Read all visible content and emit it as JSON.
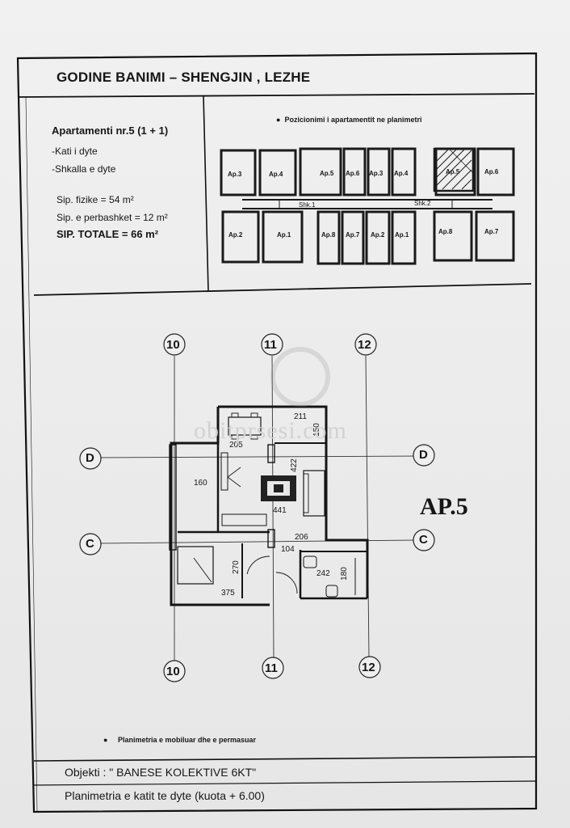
{
  "header": {
    "title": "GODINE BANIMI – SHENGJIN , LEZHE"
  },
  "apartment": {
    "name": "Apartamenti nr.5",
    "type": "(1 + 1)",
    "floor": "-Kati i dyte",
    "stair": "-Shkalla e dyte",
    "area_physical": "Sip. fizike = 54 m²",
    "area_shared": "Sip. e perbashket = 12 m²",
    "area_total": "SIP. TOTALE = 66 m²"
  },
  "keyplan": {
    "caption": "Pozicionimi i apartamentit ne planimetri",
    "top_labels": [
      "Ap.3",
      "Ap.4",
      "Ap.5",
      "Ap.6",
      "Ap.3",
      "Ap.4",
      "Ap.5",
      "Ap.6"
    ],
    "bottom_labels": [
      "Ap.2",
      "Ap.1",
      "Ap.8",
      "Ap.7",
      "Ap.2",
      "Ap.1",
      "Ap.8",
      "Ap.7"
    ],
    "stairs": [
      "Shk.1",
      "Shk.2"
    ],
    "highlighted": "Ap.5"
  },
  "plan": {
    "grid_columns": [
      "10",
      "11",
      "12"
    ],
    "grid_rows": [
      "D",
      "C"
    ],
    "dimensions": [
      "211",
      "150",
      "205",
      "422",
      "160",
      "441",
      "206",
      "104",
      "270",
      "242",
      "180",
      "375"
    ],
    "watermark": "obitprsesi.com",
    "label": "AP.5",
    "caption": "Planimetria e mobiluar dhe e permasuar"
  },
  "footer": {
    "object": "Objekti : \" BANESE KOLEKTIVE 6KT\"",
    "floor_plan": "Planimetria e katit te dyte (kuota + 6.00)"
  }
}
